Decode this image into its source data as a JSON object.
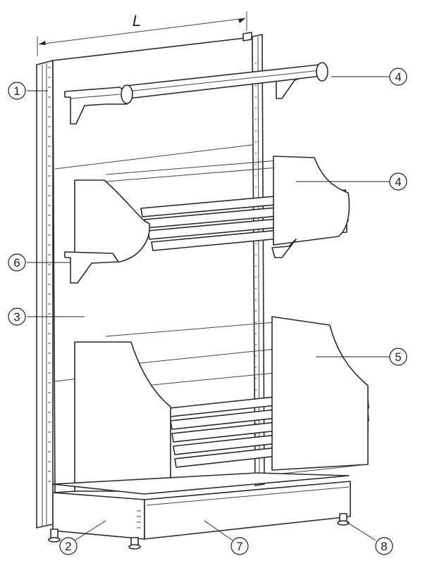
{
  "dimension": {
    "label": "L"
  },
  "callouts": [
    {
      "id": "c1",
      "label": "1"
    },
    {
      "id": "c4a",
      "label": "4"
    },
    {
      "id": "c4b",
      "label": "4"
    },
    {
      "id": "c6",
      "label": "6"
    },
    {
      "id": "c3",
      "label": "3"
    },
    {
      "id": "c5",
      "label": "5"
    },
    {
      "id": "c2",
      "label": "2"
    },
    {
      "id": "c7",
      "label": "7"
    },
    {
      "id": "c8",
      "label": "8"
    }
  ],
  "colors": {
    "line": "#2a2a2a",
    "background": "#ffffff"
  }
}
